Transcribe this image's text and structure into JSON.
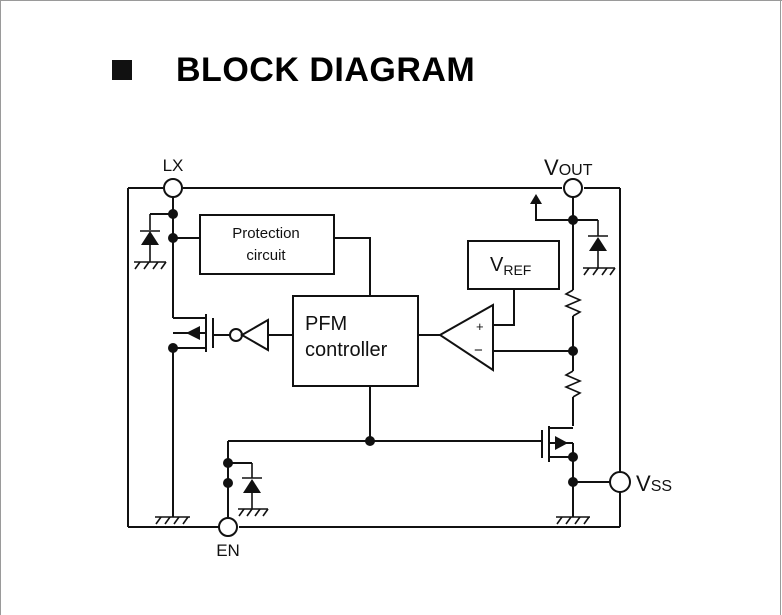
{
  "heading": {
    "title": "BLOCK DIAGRAM"
  },
  "pins": {
    "lx": "LX",
    "vout_main": "V",
    "vout_sub": "OUT",
    "vss_main": "V",
    "vss_sub": "SS",
    "en": "EN"
  },
  "blocks": {
    "protection_line1": "Protection",
    "protection_line2": "circuit",
    "pfm_line1": "PFM",
    "pfm_line2": "controller",
    "vref_main": "V",
    "vref_sub": "REF",
    "opamp_plus": "+",
    "opamp_minus": "−"
  }
}
